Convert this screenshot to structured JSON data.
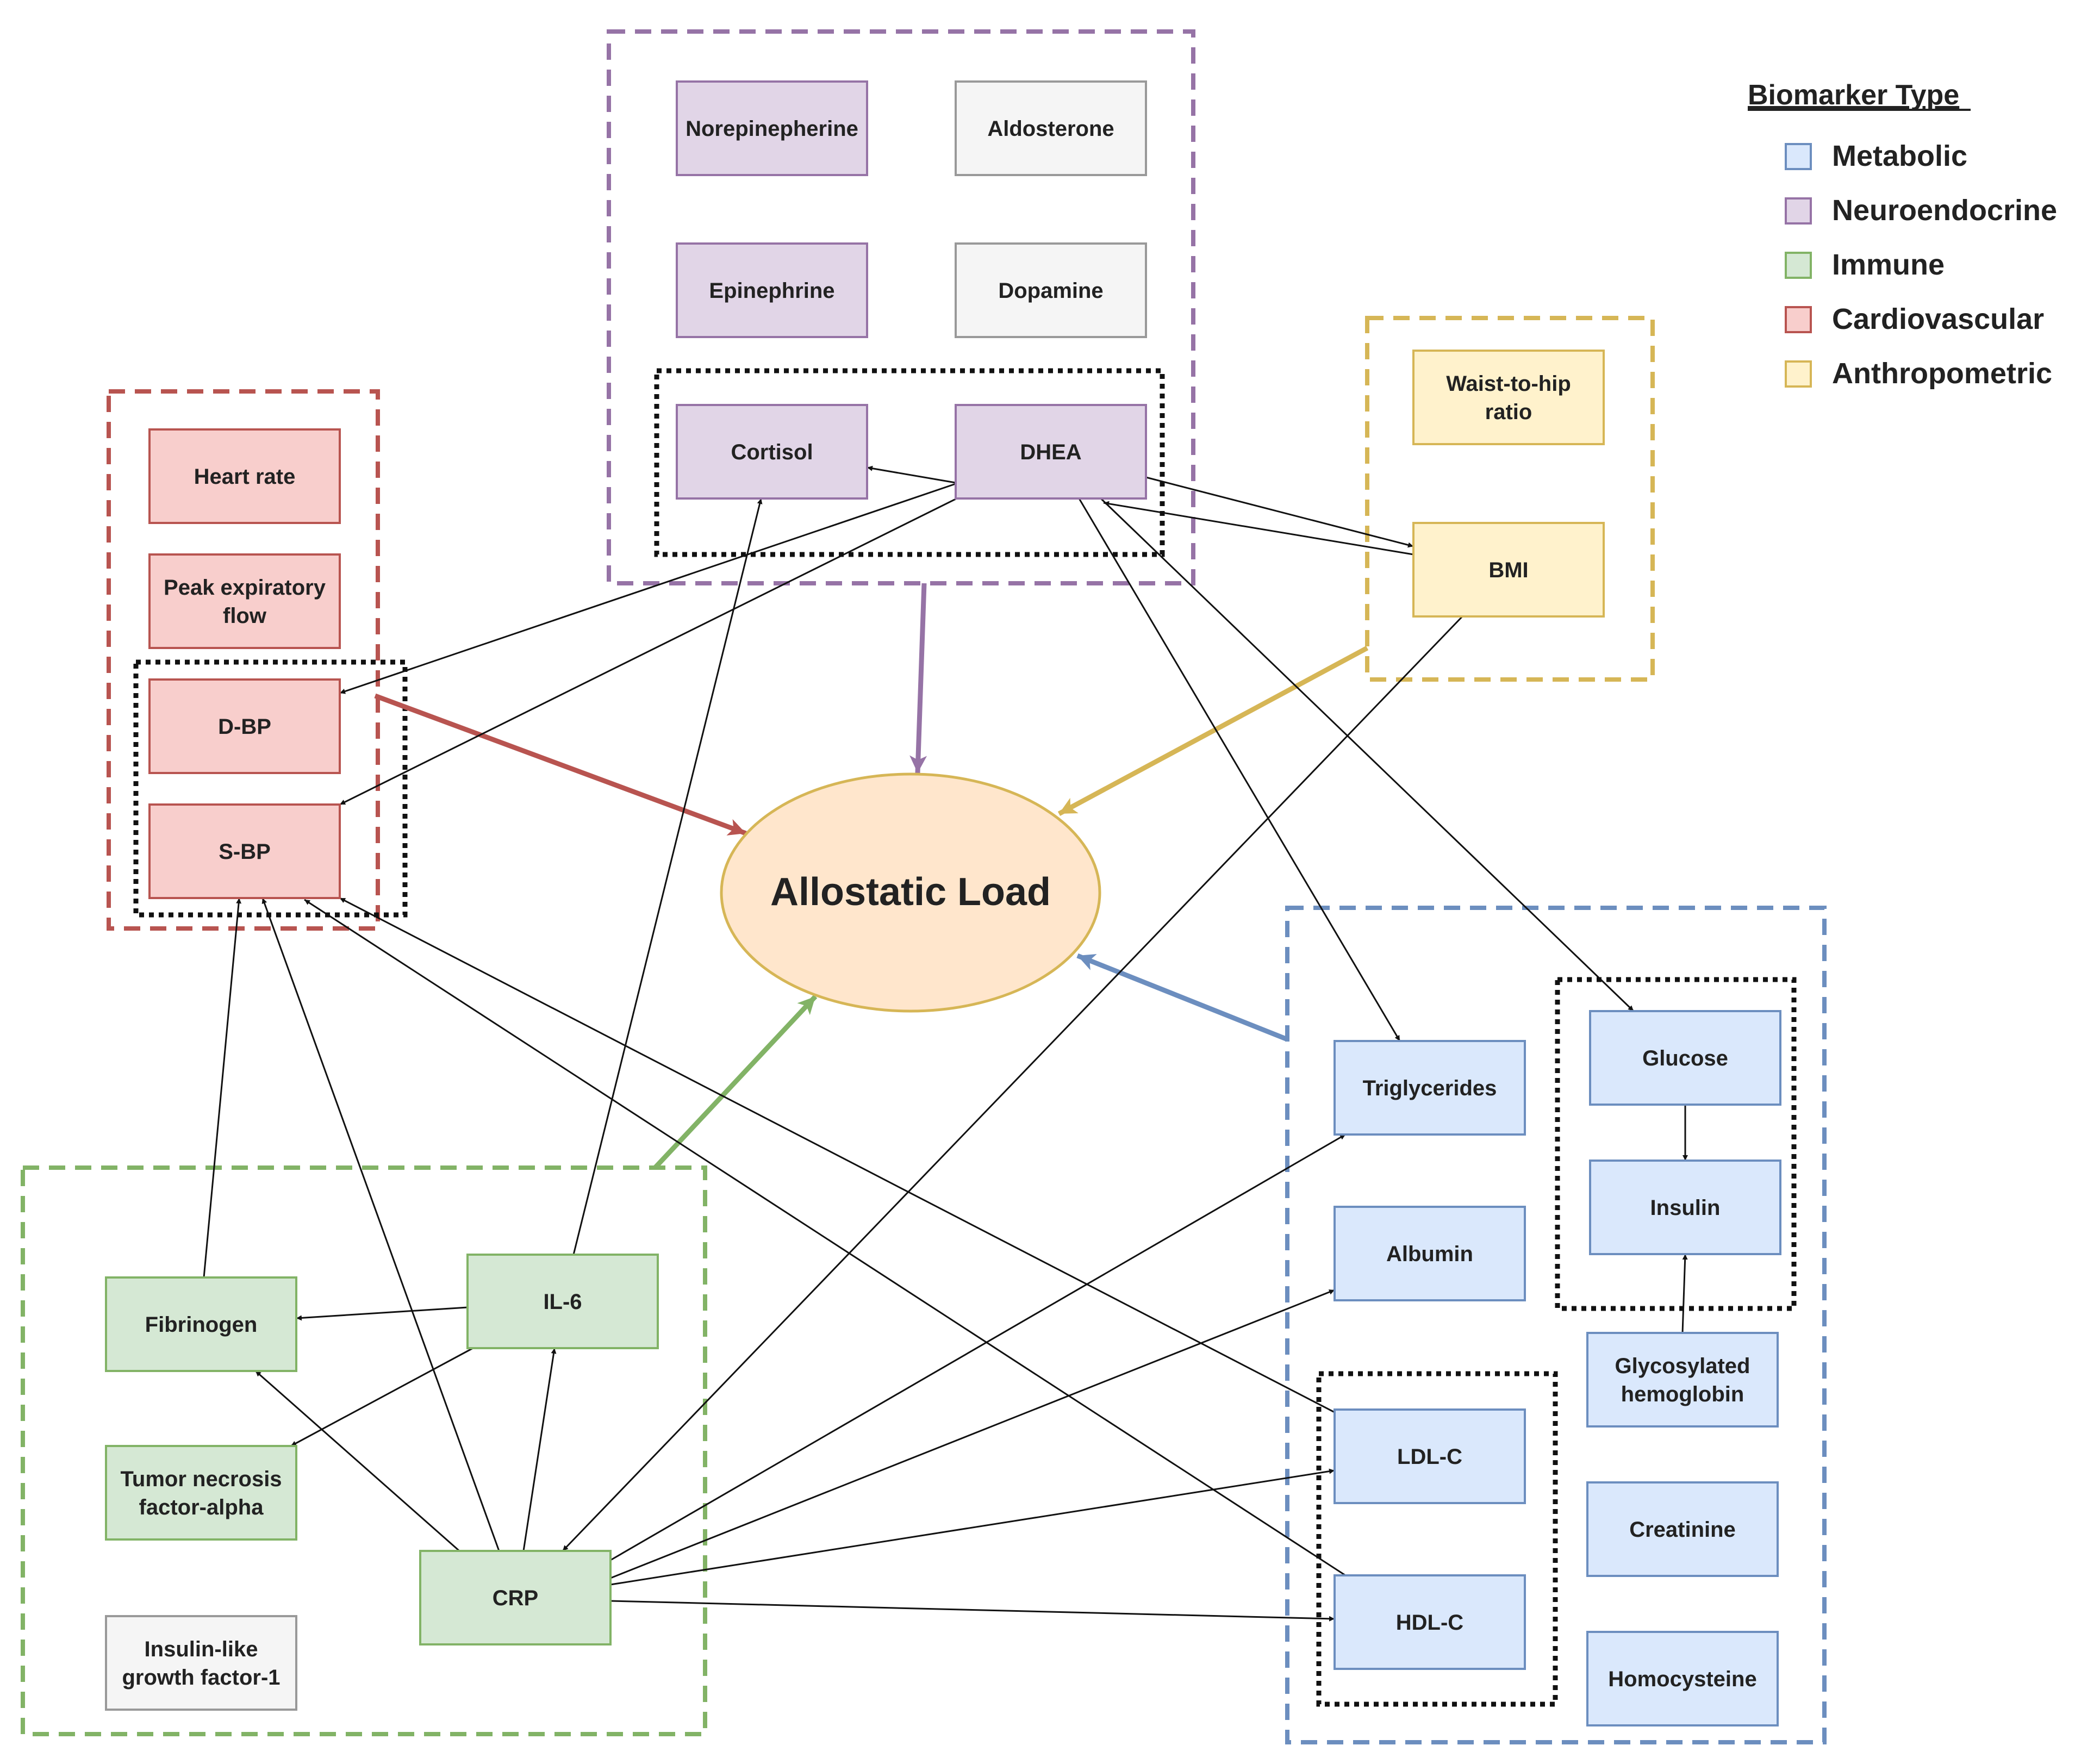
{
  "center": {
    "label": "Allostatic Load",
    "fill": "#ffe6cc",
    "stroke": "#d6b656"
  },
  "colors": {
    "metabolic": {
      "fill": "#dae8fc",
      "stroke": "#6c8ebf"
    },
    "neuroendocrine": {
      "fill": "#e1d5e7",
      "stroke": "#9673a6"
    },
    "immune": {
      "fill": "#d5e8d4",
      "stroke": "#82b366"
    },
    "cardiovascular": {
      "fill": "#f8cecc",
      "stroke": "#b85450"
    },
    "anthropometric": {
      "fill": "#fff2cc",
      "stroke": "#d6b656"
    },
    "other": {
      "fill": "#f5f5f5",
      "stroke": "#999999"
    }
  },
  "legend": {
    "title": "Biomarker Type",
    "items": [
      {
        "label": "Metabolic",
        "type": "metabolic"
      },
      {
        "label": "Neuroendocrine",
        "type": "neuroendocrine"
      },
      {
        "label": "Immune",
        "type": "immune"
      },
      {
        "label": "Cardiovascular",
        "type": "cardiovascular"
      },
      {
        "label": "Anthropometric",
        "type": "anthropometric"
      }
    ]
  },
  "nodes": {
    "norepinephrine": {
      "lines": [
        "Norepinepherine"
      ],
      "type": "neuroendocrine"
    },
    "aldosterone": {
      "lines": [
        "Aldosterone"
      ],
      "type": "other"
    },
    "epinephrine": {
      "lines": [
        "Epinephrine"
      ],
      "type": "neuroendocrine"
    },
    "dopamine": {
      "lines": [
        "Dopamine"
      ],
      "type": "other"
    },
    "cortisol": {
      "lines": [
        "Cortisol"
      ],
      "type": "neuroendocrine"
    },
    "dhea": {
      "lines": [
        "DHEA"
      ],
      "type": "neuroendocrine"
    },
    "waist_to_hip": {
      "lines": [
        "Waist-to-hip",
        "ratio"
      ],
      "type": "anthropometric"
    },
    "bmi": {
      "lines": [
        "BMI"
      ],
      "type": "anthropometric"
    },
    "heart_rate": {
      "lines": [
        "Heart rate"
      ],
      "type": "cardiovascular"
    },
    "peak_flow": {
      "lines": [
        "Peak expiratory",
        "flow"
      ],
      "type": "cardiovascular"
    },
    "dbp": {
      "lines": [
        "D-BP"
      ],
      "type": "cardiovascular"
    },
    "sbp": {
      "lines": [
        "S-BP"
      ],
      "type": "cardiovascular"
    },
    "fibrinogen": {
      "lines": [
        "Fibrinogen"
      ],
      "type": "immune"
    },
    "il6": {
      "lines": [
        "IL-6"
      ],
      "type": "immune"
    },
    "tnf": {
      "lines": [
        "Tumor necrosis",
        "factor-alpha"
      ],
      "type": "immune"
    },
    "crp": {
      "lines": [
        "CRP"
      ],
      "type": "immune"
    },
    "igf1": {
      "lines": [
        "Insulin-like",
        "growth factor-1"
      ],
      "type": "other"
    },
    "triglycerides": {
      "lines": [
        "Triglycerides"
      ],
      "type": "metabolic"
    },
    "albumin": {
      "lines": [
        "Albumin"
      ],
      "type": "metabolic"
    },
    "ldl": {
      "lines": [
        "LDL-C"
      ],
      "type": "metabolic"
    },
    "hdl": {
      "lines": [
        "HDL-C"
      ],
      "type": "metabolic"
    },
    "glucose": {
      "lines": [
        "Glucose"
      ],
      "type": "metabolic"
    },
    "insulin": {
      "lines": [
        "Insulin"
      ],
      "type": "metabolic"
    },
    "hba1c": {
      "lines": [
        "Glycosylated",
        "hemoglobin"
      ],
      "type": "metabolic"
    },
    "creatinine": {
      "lines": [
        "Creatinine"
      ],
      "type": "metabolic"
    },
    "homocysteine": {
      "lines": [
        "Homocysteine"
      ],
      "type": "metabolic"
    }
  },
  "edges": [
    {
      "from": "dhea",
      "to": "cortisol"
    },
    {
      "from": "dhea",
      "to": "dbp"
    },
    {
      "from": "dhea",
      "to": "sbp"
    },
    {
      "from": "dhea",
      "to": "bmi"
    },
    {
      "from": "bmi",
      "to": "dhea"
    },
    {
      "from": "dhea",
      "to": "triglycerides"
    },
    {
      "from": "dhea",
      "to": "glucose"
    },
    {
      "from": "glucose",
      "to": "insulin"
    },
    {
      "from": "hba1c",
      "to": "insulin"
    },
    {
      "from": "bmi",
      "to": "crp"
    },
    {
      "from": "il6",
      "to": "cortisol"
    },
    {
      "from": "il6",
      "to": "fibrinogen"
    },
    {
      "from": "il6",
      "to": "tnf"
    },
    {
      "from": "crp",
      "to": "il6"
    },
    {
      "from": "crp",
      "to": "fibrinogen"
    },
    {
      "from": "crp",
      "to": "sbp"
    },
    {
      "from": "fibrinogen",
      "to": "sbp"
    },
    {
      "from": "ldl",
      "to": "sbp"
    },
    {
      "from": "hdl",
      "to": "sbp"
    },
    {
      "from": "crp",
      "to": "triglycerides"
    },
    {
      "from": "crp",
      "to": "albumin"
    },
    {
      "from": "crp",
      "to": "ldl"
    },
    {
      "from": "crp",
      "to": "hdl"
    }
  ],
  "group_arrows": [
    {
      "group": "neuroendocrine"
    },
    {
      "group": "cardiovascular"
    },
    {
      "group": "anthropometric"
    },
    {
      "group": "immune"
    },
    {
      "group": "metabolic"
    }
  ]
}
